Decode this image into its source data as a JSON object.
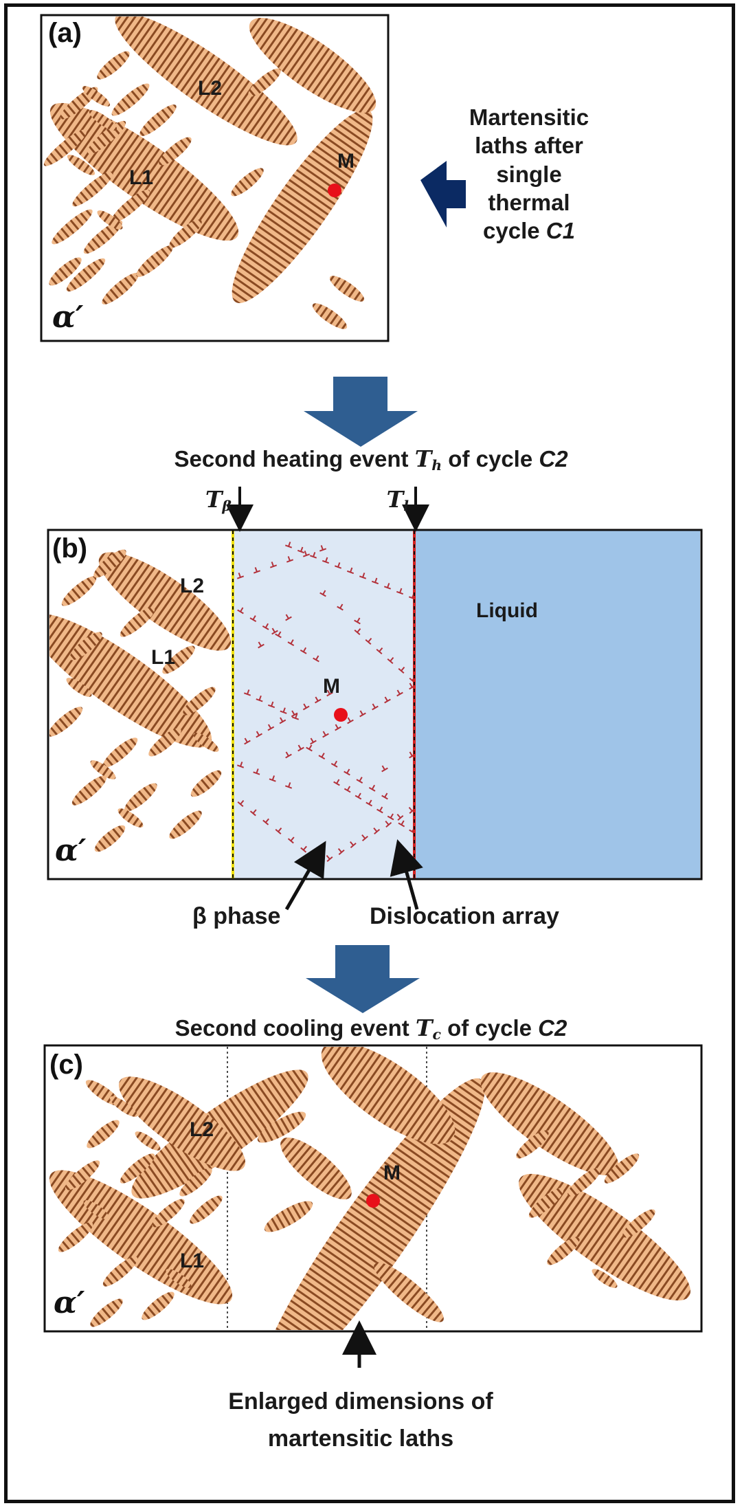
{
  "panels": {
    "a": {
      "label": "(a)",
      "lath_labels": [
        "L1",
        "L2"
      ],
      "point_label": "M",
      "phase_symbol": "α′",
      "side_caption": [
        "Martensitic",
        "laths after",
        "single",
        "thermal",
        "cycle"
      ],
      "side_caption_cycle": "C1"
    },
    "b": {
      "label": "(b)",
      "lath_labels": [
        "L1",
        "L2"
      ],
      "point_label": "M",
      "phase_symbol": "α′",
      "liquid_label": "Liquid",
      "t_beta": {
        "symbol": "T",
        "subscript": "β"
      },
      "t_l": {
        "symbol": "T",
        "subscript": "l"
      },
      "beta_phase_label": "β phase",
      "dislocation_label": "Dislocation array"
    },
    "c": {
      "label": "(c)",
      "lath_labels": [
        "L1",
        "L2"
      ],
      "point_label": "M",
      "phase_symbol": "α′",
      "bottom_caption": [
        "Enlarged dimensions of",
        "martensitic laths"
      ]
    }
  },
  "steps": {
    "heating": {
      "prefix": "Second heating event ",
      "symbol": "T",
      "subscript": "h",
      "mid": " of cycle ",
      "cycle": "C2"
    },
    "cooling": {
      "prefix": "Second cooling event ",
      "symbol": "T",
      "subscript": "c",
      "mid": " of cycle ",
      "cycle": "C2"
    }
  },
  "colors": {
    "lath_fill": "#f0b888",
    "lath_stripe": "#8a4a22",
    "beta_region": "#dde8f5",
    "liquid_region": "#9fc4e8",
    "dislocation": "#b3313a",
    "point_m": "#e8101a",
    "arrow_blue": "#2f5e91",
    "arrow_navy": "#0b2a63",
    "beta_boundary": "#f2e300",
    "liquid_boundary": "#d62020"
  }
}
